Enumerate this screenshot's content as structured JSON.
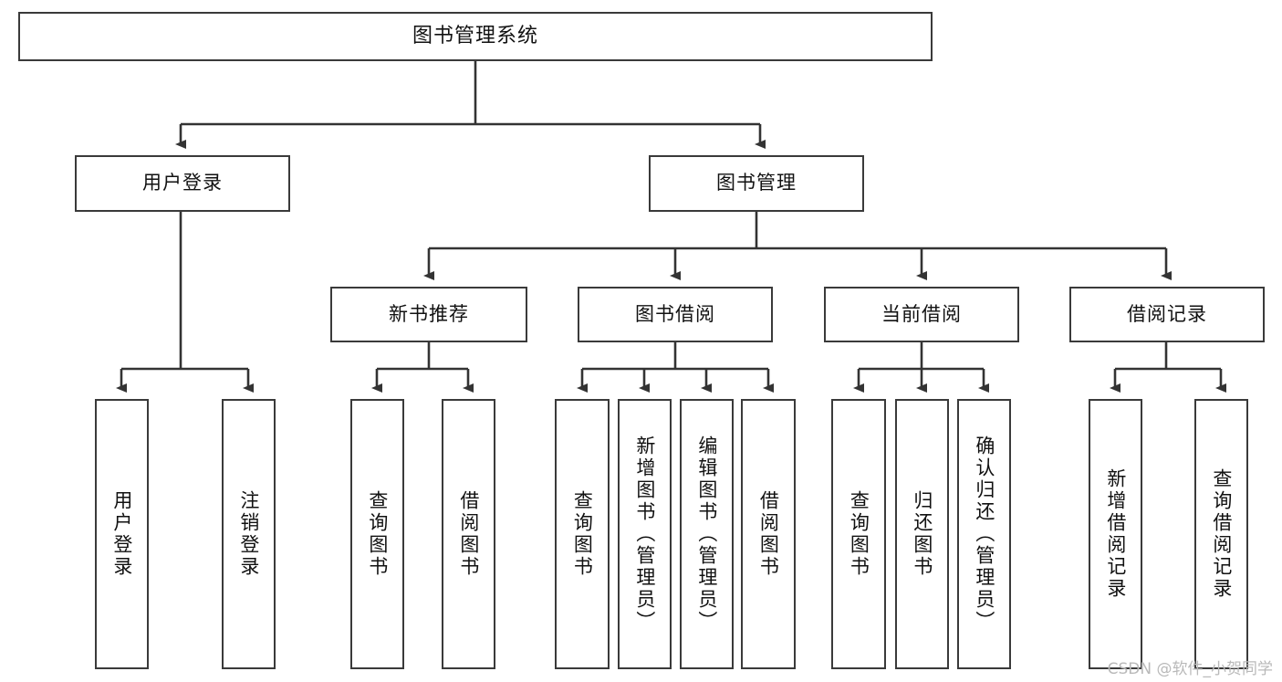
{
  "diagram": {
    "title": "图书管理系统",
    "type": "tree-hierarchy-chart",
    "orientation": "top-down",
    "colors": {
      "box_border": "#3a3a3a",
      "box_fill": "#ffffff",
      "edge": "#333333",
      "text": "#111111",
      "watermark": "#b9b9b9",
      "background": "#ffffff"
    }
  },
  "watermark": {
    "text": "CSDN @软件_小贺同学"
  },
  "nodes": {
    "root": {
      "label": "图书管理系统"
    },
    "level2": [
      {
        "id": "user-login",
        "label": "用户登录"
      },
      {
        "id": "book-manage",
        "label": "图书管理"
      }
    ],
    "level3": [
      {
        "id": "new-book-rec",
        "label": "新书推荐"
      },
      {
        "id": "book-borrow",
        "label": "图书借阅"
      },
      {
        "id": "current-borrow",
        "label": "当前借阅"
      },
      {
        "id": "borrow-record",
        "label": "借阅记录"
      }
    ],
    "leaves": {
      "user-login": [
        {
          "id": "leaf-user-login",
          "label": "用户登录"
        },
        {
          "id": "leaf-user-logout",
          "label": "注销登录"
        }
      ],
      "new-book-rec": [
        {
          "id": "leaf-query-book-1",
          "label": "查询图书"
        },
        {
          "id": "leaf-borrow-book-1",
          "label": "借阅图书"
        }
      ],
      "book-borrow": [
        {
          "id": "leaf-query-book-2",
          "label": "查询图书"
        },
        {
          "id": "leaf-add-book",
          "label": "新增图书（管理员）"
        },
        {
          "id": "leaf-edit-book",
          "label": "编辑图书（管理员）"
        },
        {
          "id": "leaf-borrow-book-2",
          "label": "借阅图书"
        }
      ],
      "current-borrow": [
        {
          "id": "leaf-query-book-3",
          "label": "查询图书"
        },
        {
          "id": "leaf-return-book",
          "label": "归还图书"
        },
        {
          "id": "leaf-confirm-return",
          "label": "确认归还（管理员）"
        }
      ],
      "borrow-record": [
        {
          "id": "leaf-add-record",
          "label": "新增借阅记录"
        },
        {
          "id": "leaf-query-record",
          "label": "查询借阅记录"
        }
      ]
    }
  }
}
